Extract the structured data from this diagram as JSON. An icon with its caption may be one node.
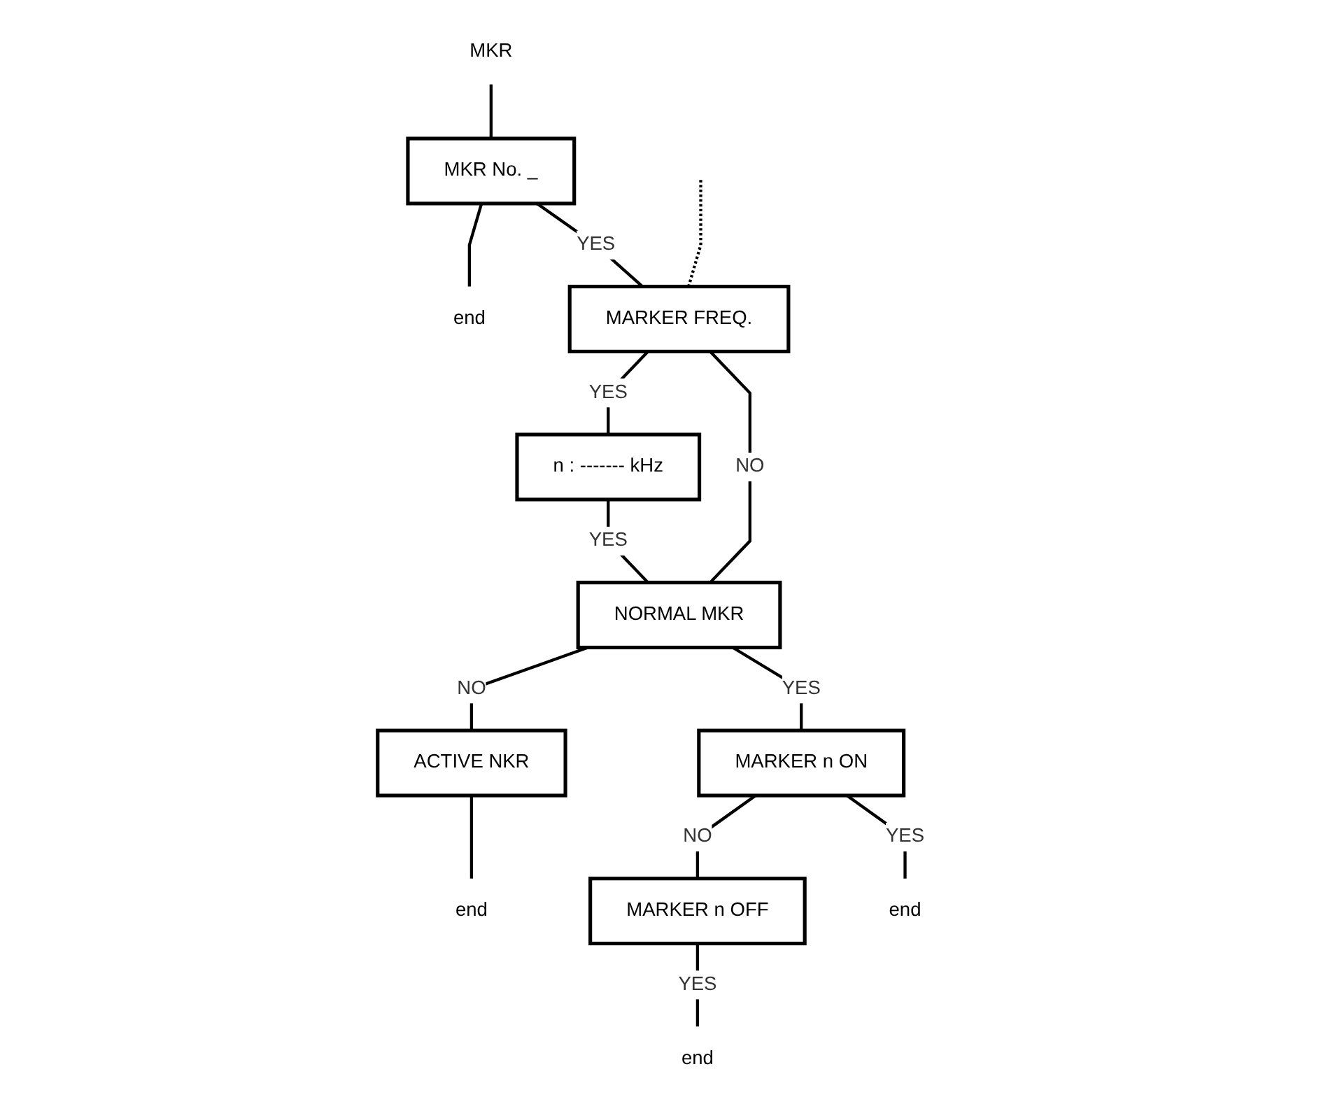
{
  "diagram": {
    "nodes": [
      {
        "text": [
          "MKR"
        ]
      },
      {
        "text": [
          "MKR No. _"
        ]
      },
      {
        "text": [
          "MARKER FREQ."
        ]
      },
      {
        "text": [
          "n : ------- kHz"
        ]
      },
      {
        "text": [
          "NORMAL MKR"
        ]
      },
      {
        "text": [
          "ACTIVE NKR"
        ]
      },
      {
        "text": [
          "MARKER n ON"
        ]
      },
      {
        "text": [
          "MARKER n OFF"
        ]
      },
      {
        "text": [
          "end"
        ]
      },
      {
        "text": [
          "end"
        ]
      },
      {
        "text": [
          "end"
        ]
      },
      {
        "text": [
          "end"
        ]
      }
    ],
    "edges": [
      {
        "from": 0,
        "to": 1,
        "arrow": "none"
      },
      {
        "from": 1,
        "to": 2,
        "arrow": "none",
        "label": "YES"
      },
      {
        "from": null,
        "to": 2,
        "arrow": "none",
        "style": "dashed"
      },
      {
        "from": 1,
        "to": 8,
        "arrow": "none"
      },
      {
        "from": 2,
        "to": 4,
        "arrow": "none",
        "label": "NO"
      },
      {
        "from": 2,
        "to": 3,
        "arrow": "none",
        "label": "YES"
      },
      {
        "from": 3,
        "to": 4,
        "arrow": "none",
        "label": "YES"
      },
      {
        "from": 4,
        "to": 6,
        "arrow": "none",
        "label": "YES"
      },
      {
        "from": 6,
        "to": 10,
        "arrow": "none",
        "label": "YES"
      },
      {
        "from": 4,
        "to": 5,
        "arrow": "none",
        "label": "NO"
      },
      {
        "from": 6,
        "to": 7,
        "arrow": "none",
        "label": "NO"
      },
      {
        "from": 5,
        "to": 9,
        "arrow": "none"
      },
      {
        "from": 7,
        "to": 11,
        "arrow": "none",
        "label": "YES"
      }
    ]
  }
}
